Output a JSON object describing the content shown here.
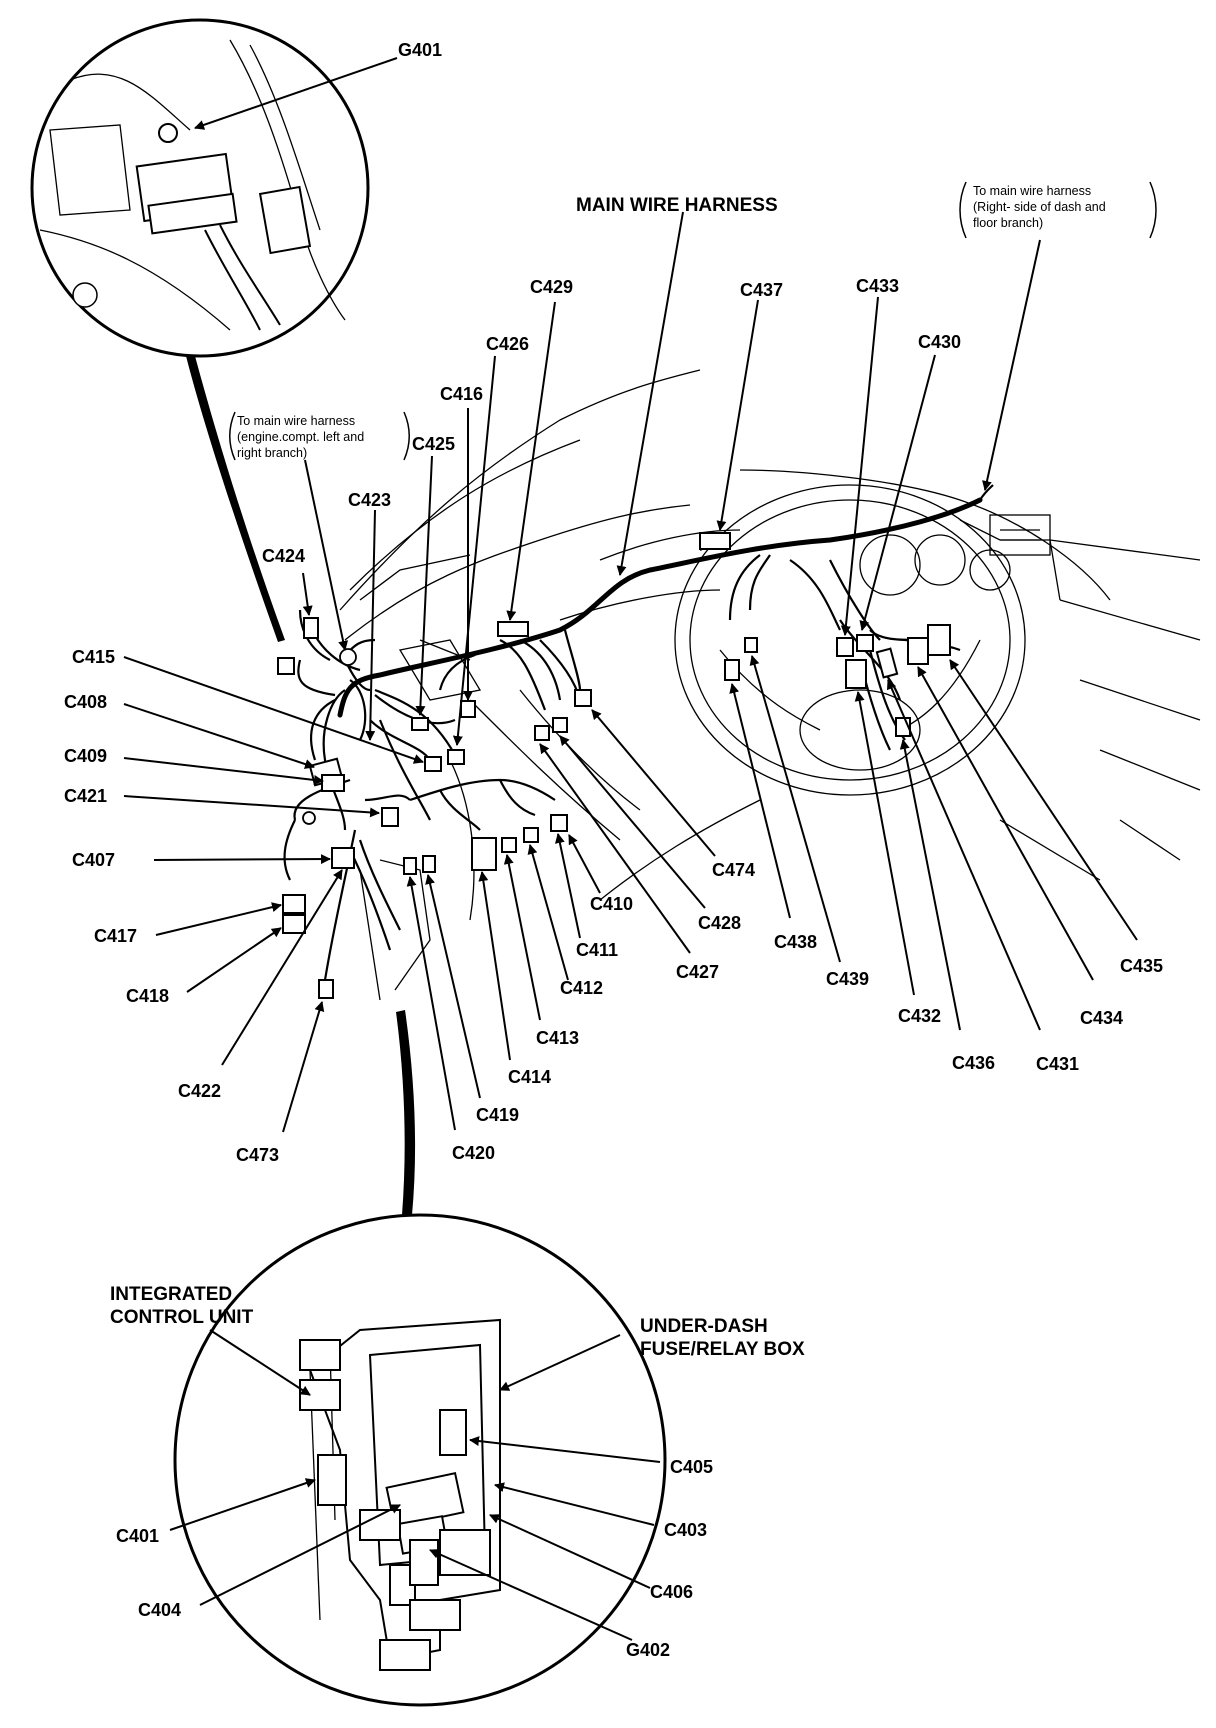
{
  "labels": {
    "g401": "G401",
    "main_harness": "MAIN WIRE HARNESS",
    "c429": "C429",
    "c437": "C437",
    "c433": "C433",
    "c430": "C430",
    "c426": "C426",
    "c416": "C416",
    "c425": "C425",
    "c423": "C423",
    "c424": "C424",
    "c415": "C415",
    "c408": "C408",
    "c409": "C409",
    "c421": "C421",
    "c407": "C407",
    "c417": "C417",
    "c418": "C418",
    "c422": "C422",
    "c473": "C473",
    "c420": "C420",
    "c419": "C419",
    "c414": "C414",
    "c413": "C413",
    "c412": "C412",
    "c411": "C411",
    "c410": "C410",
    "c427": "C427",
    "c428": "C428",
    "c474": "C474",
    "c438": "C438",
    "c439": "C439",
    "c432": "C432",
    "c436": "C436",
    "c431": "C431",
    "c434": "C434",
    "c435": "C435",
    "icu_line1": "INTEGRATED",
    "icu_line2": "CONTROL UNIT",
    "fuse_line1": "UNDER-DASH",
    "fuse_line2": "FUSE/RELAY BOX",
    "c405": "C405",
    "c403": "C403",
    "c406": "C406",
    "c401": "C401",
    "c404": "C404",
    "g402": "G402"
  },
  "notes": {
    "right_1": "To main wire harness",
    "right_2": "(Right- side of dash and",
    "right_3": "floor branch)",
    "left_1": "To main wire harness",
    "left_2": "(engine.compt. left and",
    "left_3": "right branch)"
  }
}
